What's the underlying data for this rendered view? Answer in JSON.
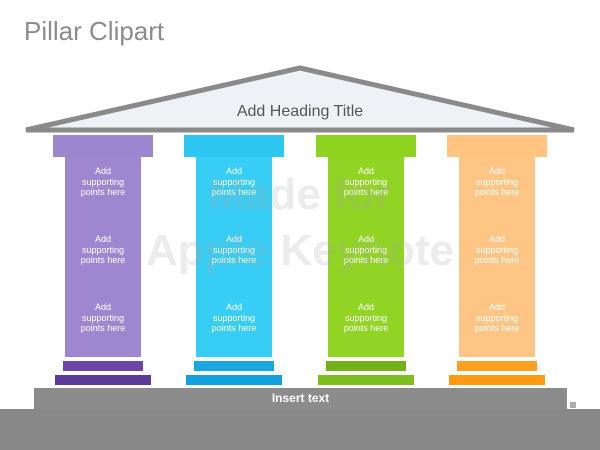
{
  "title": "Pillar Clipart",
  "heading": "Add Heading Title",
  "watermark": {
    "line1": "Made for",
    "line2": "Apple Keynote"
  },
  "footer": "Insert text",
  "colors": {
    "roof_fill": "#eef1f5",
    "roof_stroke": "#8a8a8a",
    "footer_bar": "#8c8c8c"
  },
  "pillars": [
    {
      "name": "purple",
      "capital": "#9d86d0",
      "shaft": "#9f86d1",
      "base_top": "#6b46a6",
      "base_bottom": "#5c3a9a",
      "points": [
        [
          "Add",
          "supporting",
          "points here"
        ],
        [
          "Add",
          "supporting",
          "points here"
        ],
        [
          "Add",
          "supporting",
          "points here"
        ]
      ]
    },
    {
      "name": "cyan",
      "capital": "#2ec7f2",
      "shaft": "#37cdf4",
      "base_top": "#1aa7df",
      "base_bottom": "#12a0de",
      "points": [
        [
          "Add",
          "supporting",
          "points here"
        ],
        [
          "Add",
          "supporting",
          "points here"
        ],
        [
          "Add",
          "supporting",
          "points here"
        ]
      ]
    },
    {
      "name": "green",
      "capital": "#8ed320",
      "shaft": "#92d424",
      "base_top": "#73b11a",
      "base_bottom": "#7cbf1e",
      "points": [
        [
          "Add",
          "supporting",
          "points here"
        ],
        [
          "Add",
          "supporting",
          "points here"
        ],
        [
          "Add",
          "supporting",
          "points here"
        ]
      ]
    },
    {
      "name": "orange",
      "capital": "#ffc47f",
      "shaft": "#ffc584",
      "base_top": "#ff9f1f",
      "base_bottom": "#ff9a10",
      "points": [
        [
          "Add",
          "supporting",
          "points here"
        ],
        [
          "Add",
          "supporting",
          "points here"
        ],
        [
          "Add",
          "supporting",
          "points here"
        ]
      ]
    }
  ]
}
